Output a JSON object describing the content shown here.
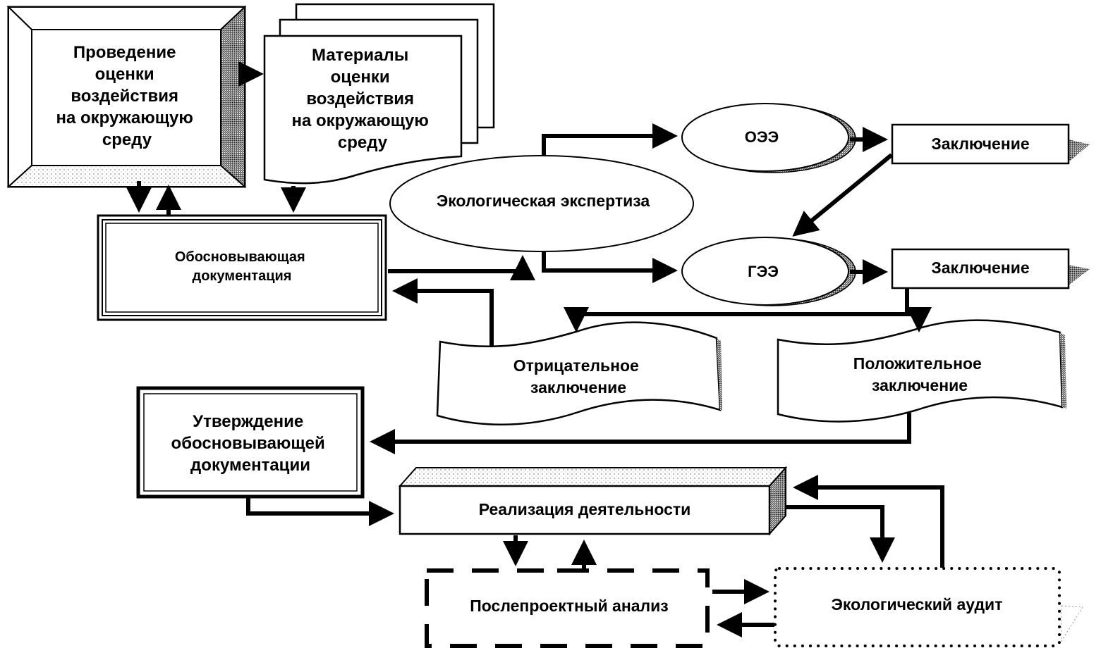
{
  "diagram": {
    "type": "flowchart",
    "language": "ru",
    "colors": {
      "ink": "#000000",
      "paper": "#ffffff",
      "shade": "#9a9a9a",
      "light_shade": "#e8e8e8"
    },
    "nodes": {
      "ovos": {
        "lines": [
          "Проведение",
          "оценки",
          "воздействия",
          "на окружающую",
          "среду"
        ]
      },
      "materials": {
        "lines": [
          "Материалы",
          "оценки",
          "воздействия",
          "на окружающую",
          "среду"
        ]
      },
      "justification_docs": {
        "lines": [
          "Обосновывающая",
          "документация"
        ]
      },
      "eco_expertise": {
        "lines": [
          "Экологическая экспертиза"
        ]
      },
      "oee": {
        "lines": [
          "ОЭЭ"
        ]
      },
      "gee": {
        "lines": [
          "ГЭЭ"
        ]
      },
      "conclusion_oee": {
        "lines": [
          "Заключение"
        ]
      },
      "conclusion_gee": {
        "lines": [
          "Заключение"
        ]
      },
      "negative_conclusion": {
        "lines": [
          "Отрицательное",
          "заключение"
        ]
      },
      "positive_conclusion": {
        "lines": [
          "Положительное",
          "заключение"
        ]
      },
      "approval": {
        "lines": [
          "Утверждение",
          "обосновывающей",
          "документации"
        ]
      },
      "implementation": {
        "lines": [
          "Реализация деятельности"
        ]
      },
      "post_project": {
        "lines": [
          "Послепроектный анализ"
        ]
      },
      "eco_audit": {
        "lines": [
          "Экологический аудит"
        ]
      }
    },
    "edges": [
      {
        "from": "ovos",
        "to": "materials"
      },
      {
        "from": "ovos",
        "to": "justification_docs"
      },
      {
        "from": "justification_docs",
        "to": "ovos"
      },
      {
        "from": "materials",
        "to": "justification_docs"
      },
      {
        "from": "justification_docs",
        "to": "eco_expertise"
      },
      {
        "from": "eco_expertise",
        "to": "oee"
      },
      {
        "from": "eco_expertise",
        "to": "gee"
      },
      {
        "from": "oee",
        "to": "conclusion_oee"
      },
      {
        "from": "conclusion_oee",
        "to": "gee"
      },
      {
        "from": "gee",
        "to": "conclusion_gee"
      },
      {
        "from": "conclusion_gee",
        "to": "negative_conclusion"
      },
      {
        "from": "conclusion_gee",
        "to": "positive_conclusion"
      },
      {
        "from": "negative_conclusion",
        "to": "justification_docs"
      },
      {
        "from": "positive_conclusion",
        "to": "approval"
      },
      {
        "from": "approval",
        "to": "implementation"
      },
      {
        "from": "implementation",
        "to": "post_project"
      },
      {
        "from": "post_project",
        "to": "implementation"
      },
      {
        "from": "implementation",
        "to": "eco_audit"
      },
      {
        "from": "eco_audit",
        "to": "implementation"
      },
      {
        "from": "post_project",
        "to": "eco_audit"
      },
      {
        "from": "eco_audit",
        "to": "post_project"
      }
    ]
  }
}
